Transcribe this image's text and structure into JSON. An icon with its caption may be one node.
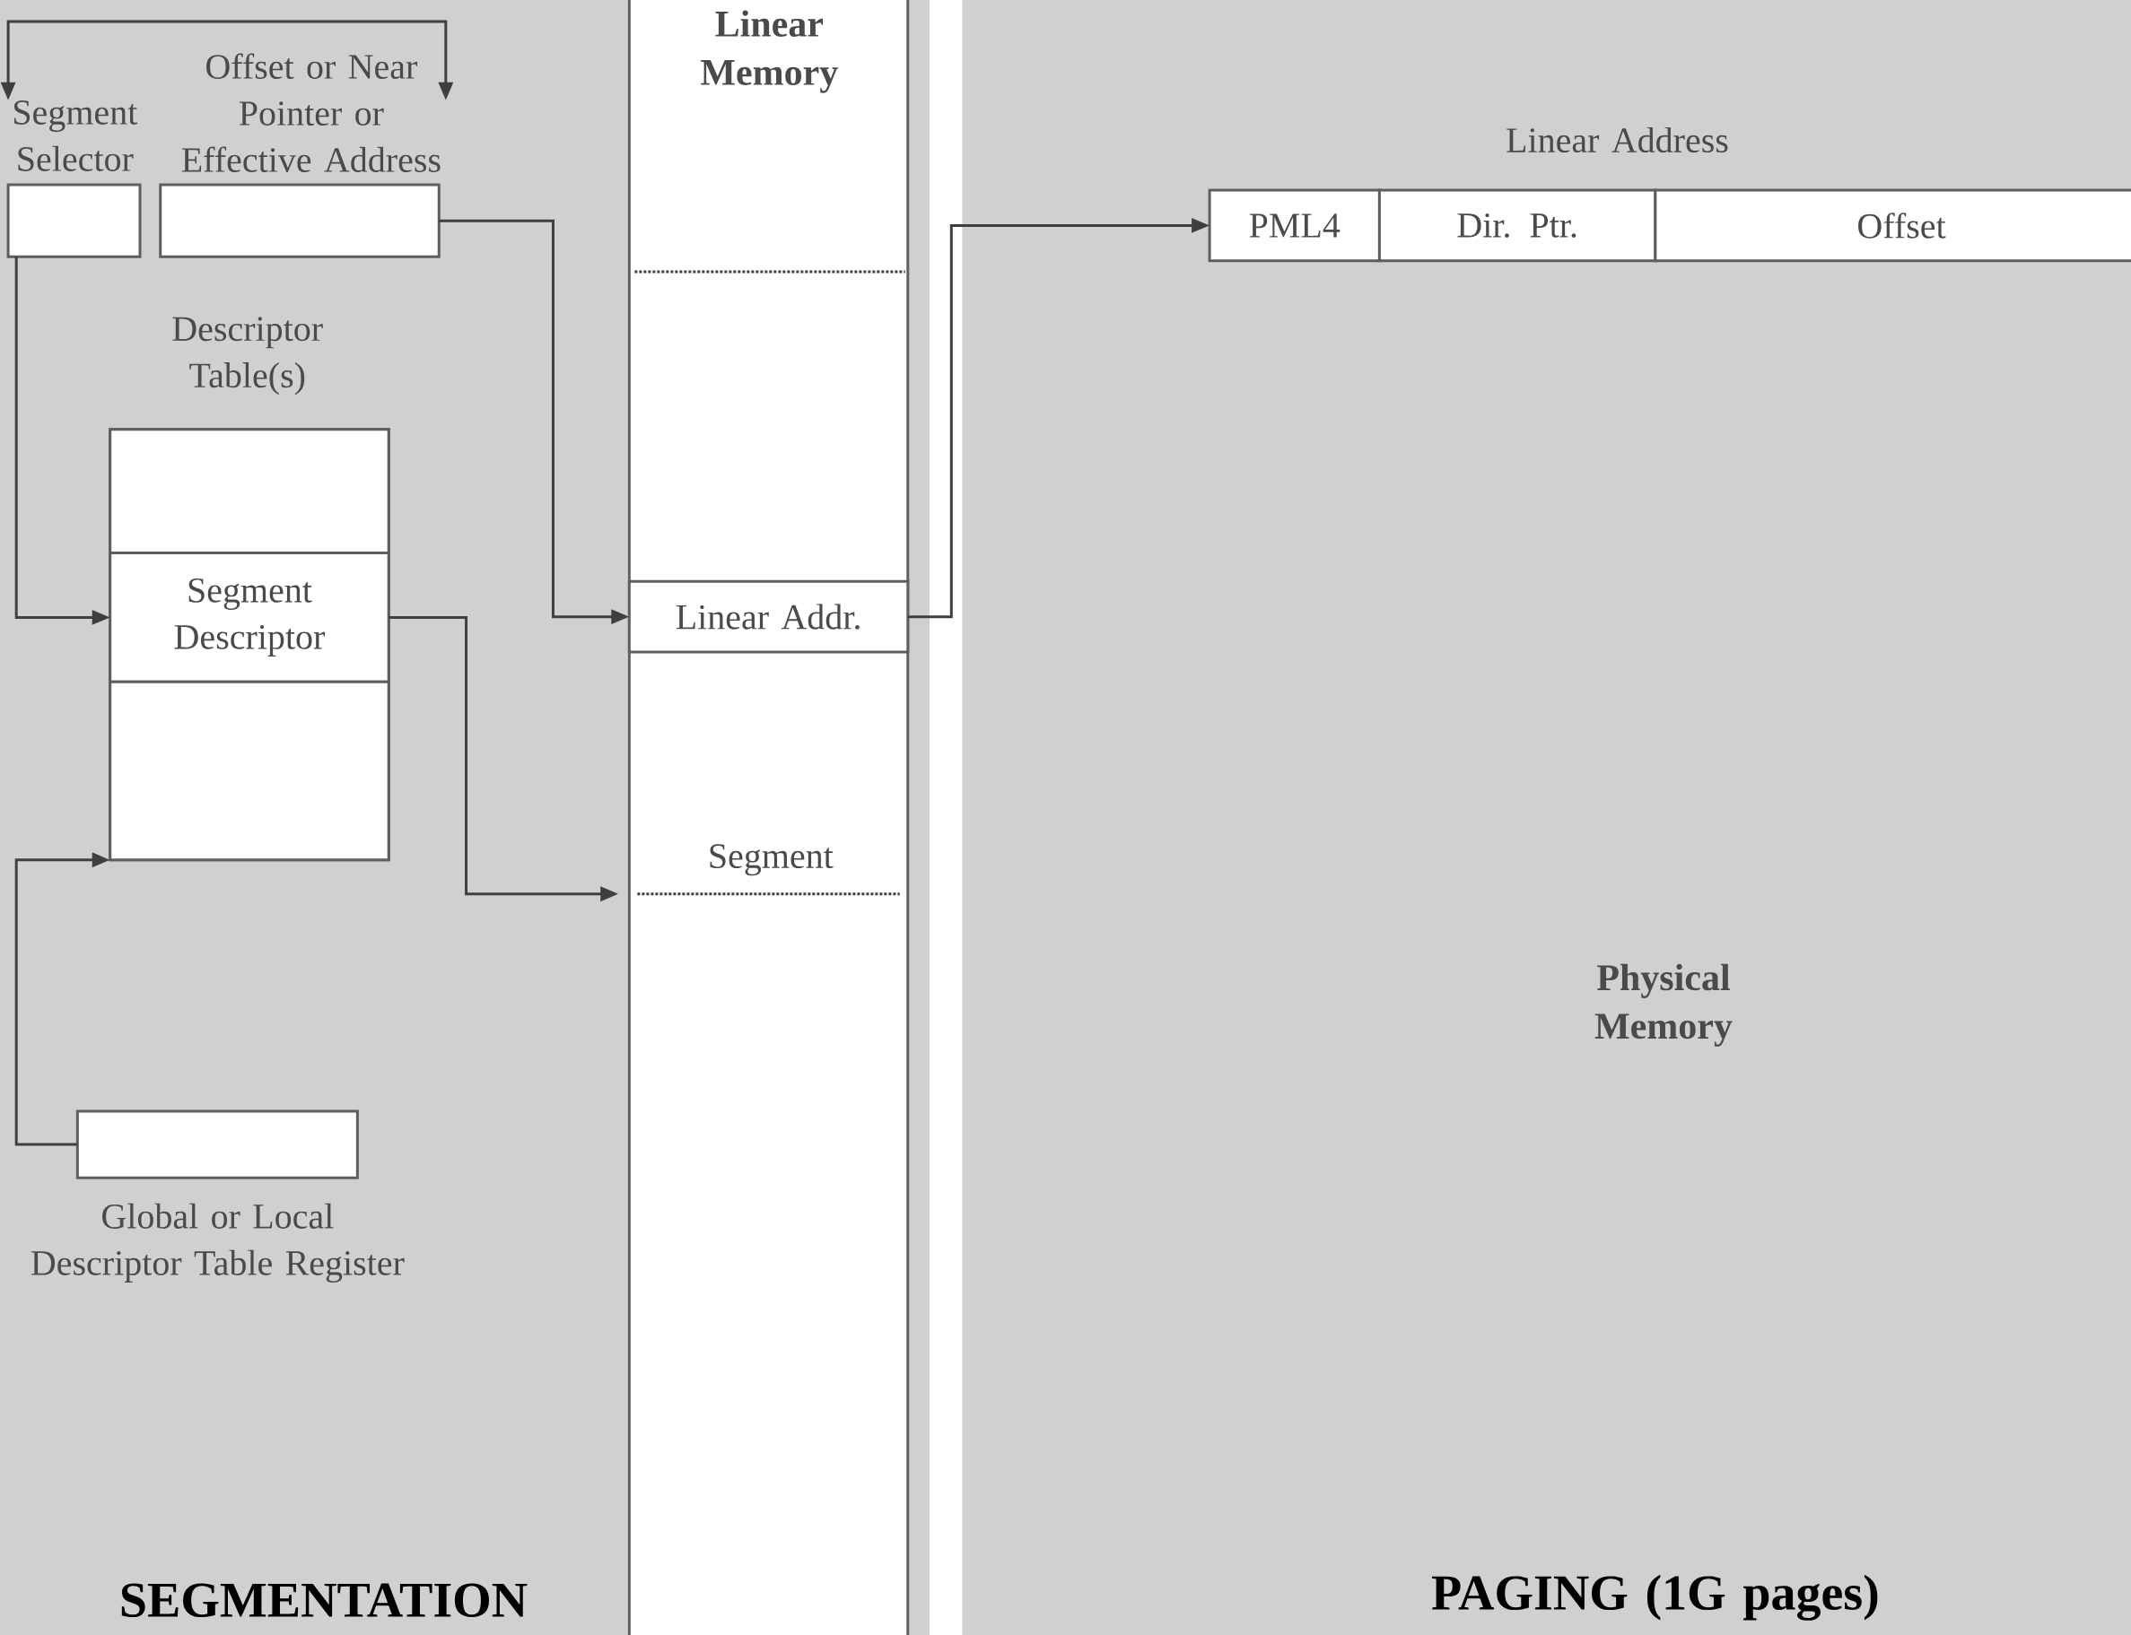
{
  "diagram": {
    "nodes": [
      {
        "text": [
          "Segment Selector"
        ]
      },
      {
        "text": [
          "Offset or Near Pointer or Effective Address"
        ]
      },
      {
        "text": [
          "Descriptor Table(s)"
        ]
      },
      {
        "text": [],
        "shape": "box",
        "in": 2
      },
      {
        "text": [
          "Segment Descriptor"
        ],
        "in": 2
      },
      {
        "text": [],
        "shape": "box",
        "in": 2
      },
      {
        "text": [
          "Global or Local Descriptor Table Register"
        ]
      },
      {
        "text": [
          "Linear Memory"
        ]
      },
      {
        "text": [
          "Linear Addr."
        ],
        "in": 7
      },
      {
        "text": [
          "Segment"
        ],
        "in": 7
      },
      {
        "text": [
          "PML4"
        ]
      },
      {
        "text": [
          "Dir. Ptr."
        ]
      },
      {
        "text": [
          "Offset"
        ]
      }
    ],
    "edges": [
      {
        "from": 0,
        "to": 1,
        "arrow": "both"
      },
      {
        "from": 0,
        "to": 4,
        "arrow": "to"
      },
      {
        "from": 1,
        "to": 8,
        "arrow": "to"
      },
      {
        "from": 4,
        "to": 9,
        "arrow": "to"
      },
      {
        "from": 6,
        "to": 2,
        "arrow": "to"
      },
      {
        "from": 8,
        "to": 10,
        "arrow": "to"
      }
    ],
    "labels": [
      "Linear Address",
      "Physical Memory",
      "SEGMENTATION",
      "PAGING (1G pages)"
    ]
  }
}
